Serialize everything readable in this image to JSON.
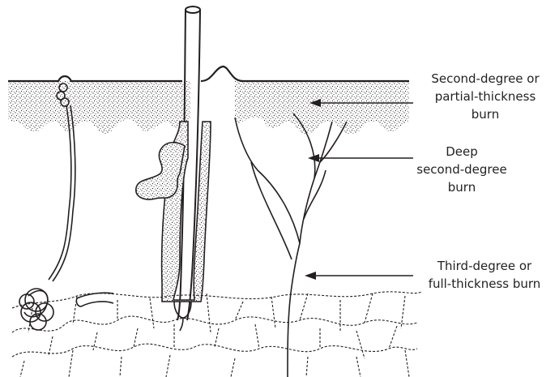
{
  "diagram": {
    "labels": {
      "second_degree": {
        "line1": "Second-degree or",
        "line2": "partial-thickness",
        "line3": "burn"
      },
      "deep_second_degree": {
        "line1": "Deep",
        "line2": "second-degree",
        "line3": "burn"
      },
      "third_degree": {
        "line1": "Third-degree or",
        "line2": "full-thickness burn"
      }
    },
    "colors": {
      "ink": "#231f20",
      "background": "#ffffff"
    }
  }
}
